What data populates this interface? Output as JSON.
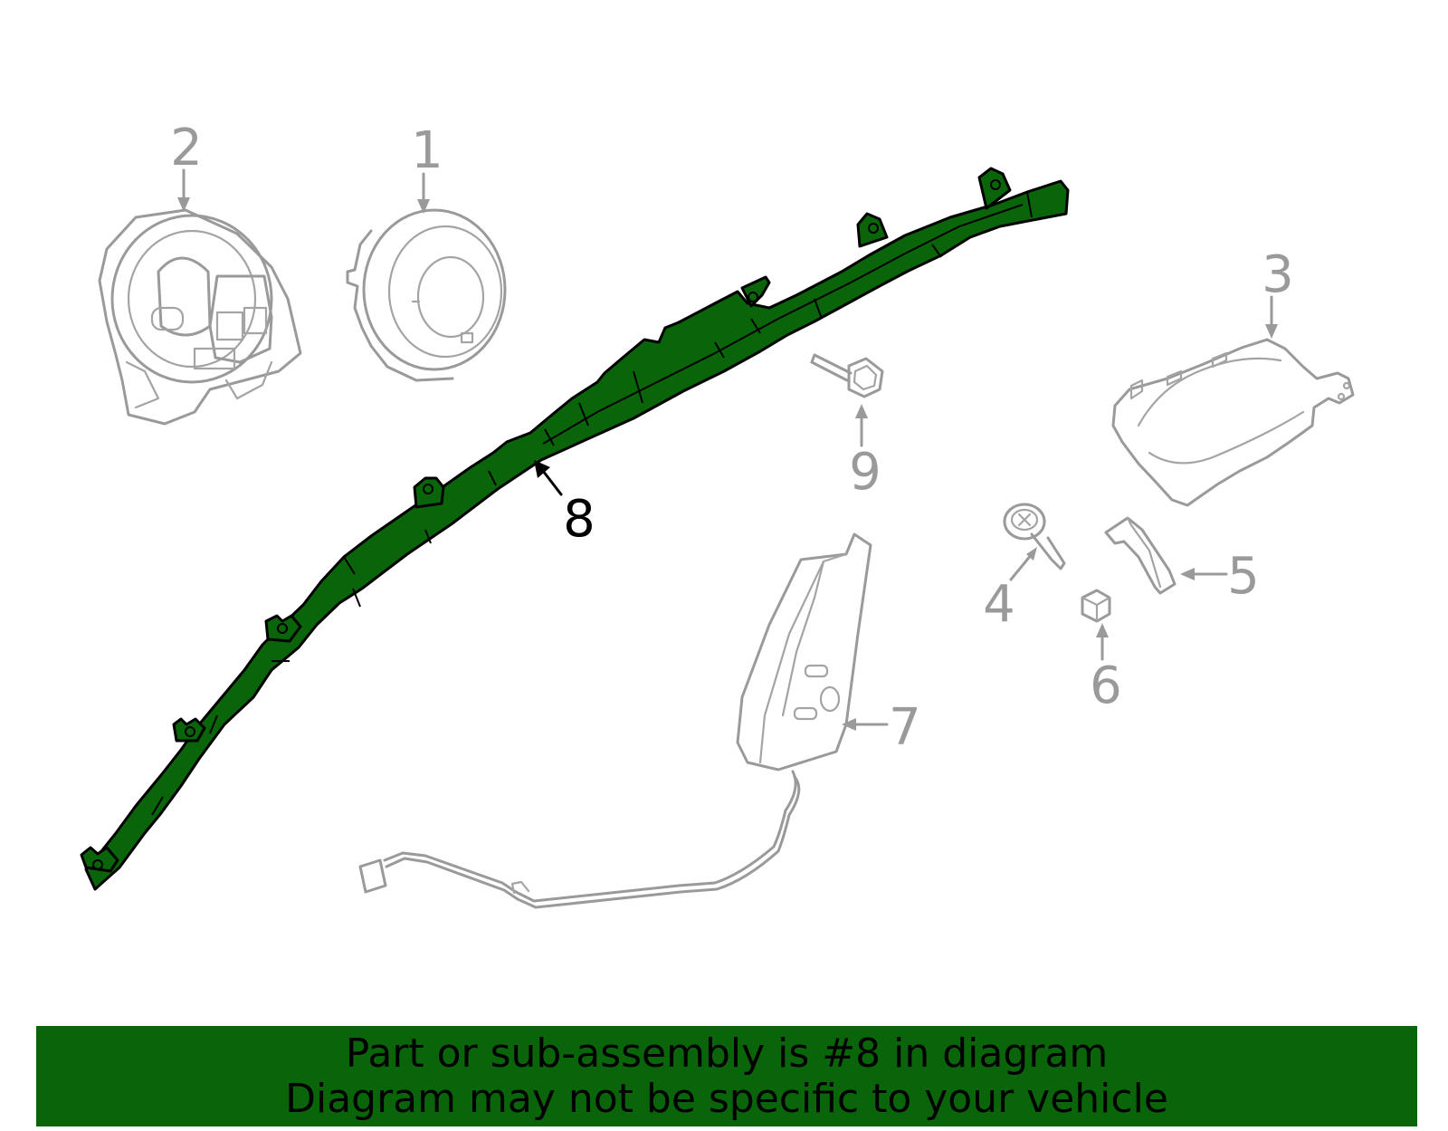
{
  "callouts": {
    "c1": "1",
    "c2": "2",
    "c3": "3",
    "c4": "4",
    "c5": "5",
    "c6": "6",
    "c7": "7",
    "c8": "8",
    "c9": "9"
  },
  "highlight_part": "8",
  "colors": {
    "highlight": "#0a640a",
    "callout_gray": "#9a9a9a",
    "callout_highlight": "#000000",
    "banner_bg": "#0a640a"
  },
  "banner": {
    "line1": "Part or sub-assembly is #8 in diagram",
    "line2": "Diagram may not be specific to your vehicle"
  }
}
